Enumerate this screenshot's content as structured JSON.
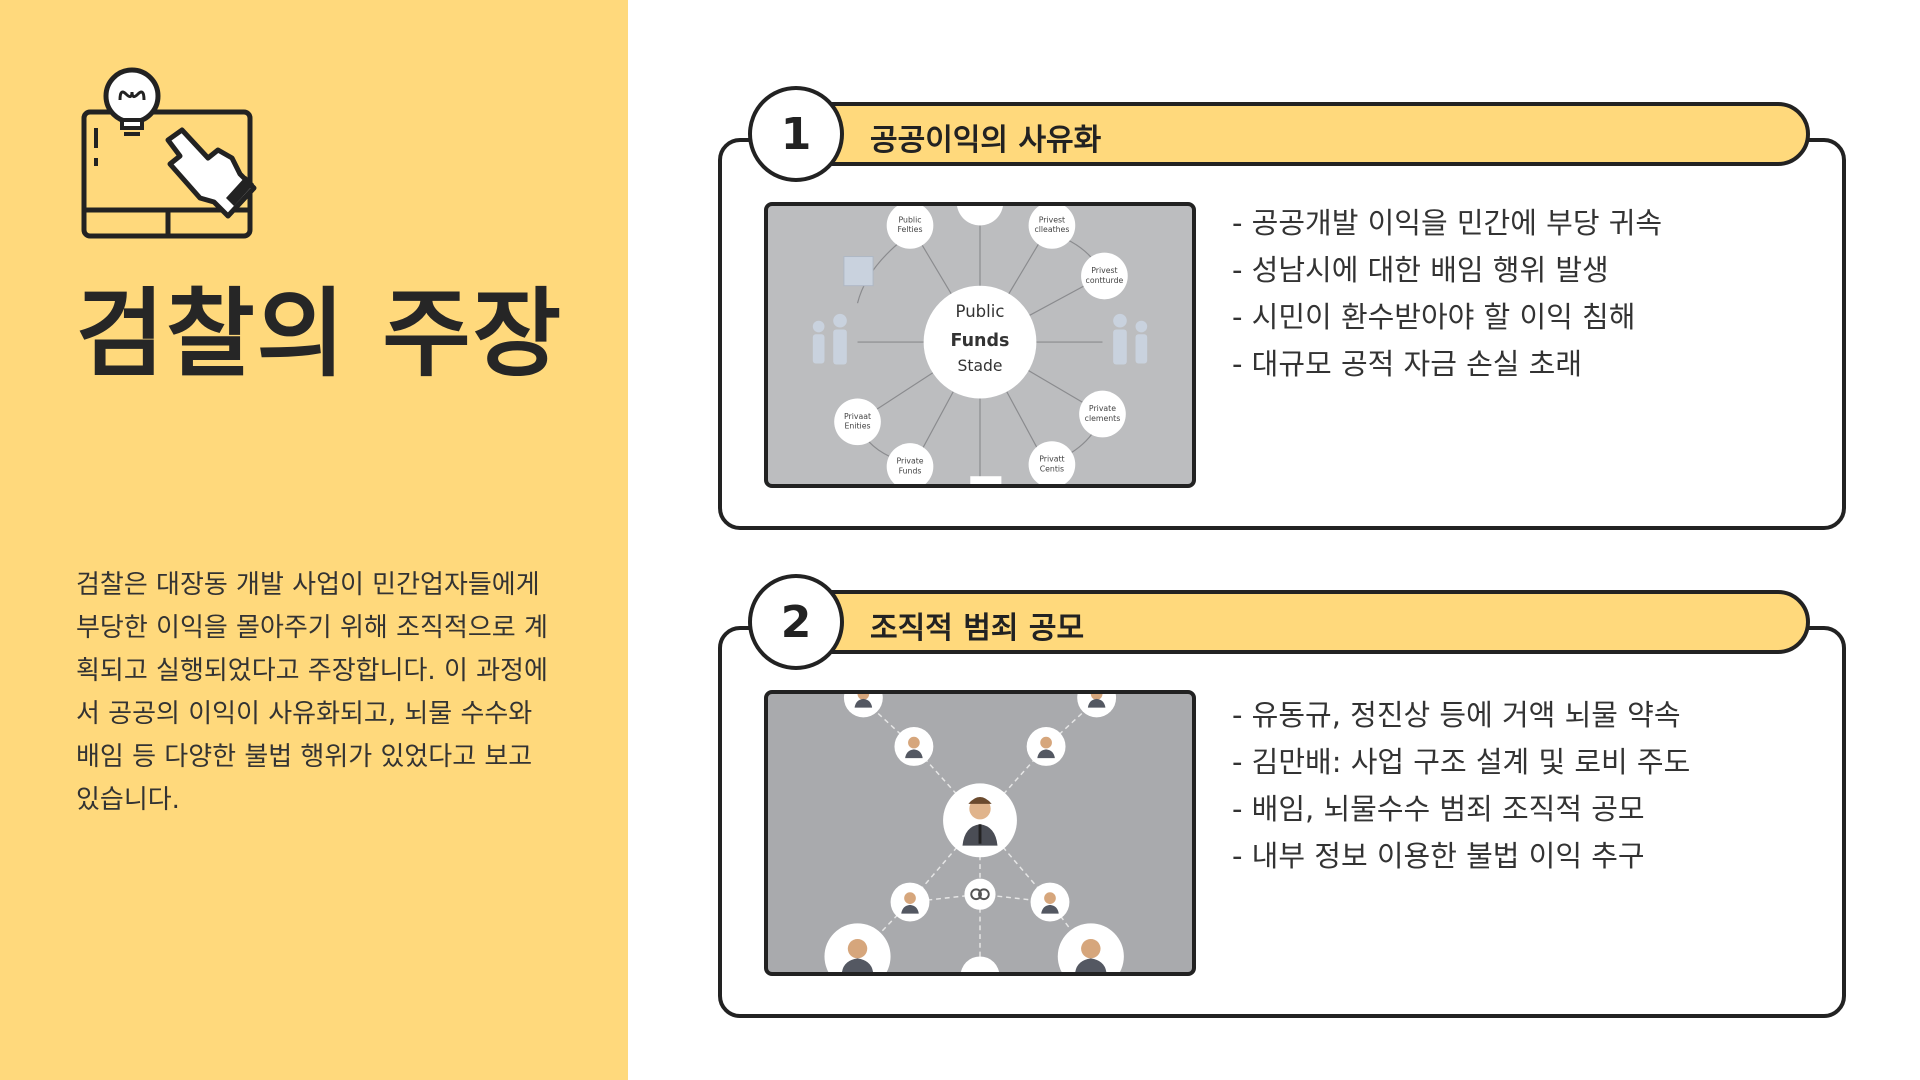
{
  "left": {
    "title": "검찰의 주장",
    "description": "검찰은 대장동 개발 사업이 민간업자들에게 부당한 이익을 몰아주기 위해 조직적으로 계획되고 실행되었다고 주장합니다. 이 과정에서 공공의 이익이 사유화되고, 뇌물 수수와 배임 등 다양한 불법 행위가 있었다고 보고 있습니다.",
    "icon": "idea-touchscreen-icon"
  },
  "cards": [
    {
      "number": "1",
      "title": "공공이익의 사유화",
      "bullets": [
        "- 공공개발 이익을 민간에 부당 귀속",
        "- 성남시에 대한 배임 행위 발생",
        "- 시민이 환수받아야 할 이익 침해",
        "- 대규모 공적 자금 손실 초래"
      ],
      "image": {
        "center": [
          "Public",
          "Funds",
          "Stade"
        ],
        "nodes": [
          "Public Felties",
          "Privest clleathes",
          "Privest contturde",
          "Private clements",
          "Privatt Centis",
          "Private Funds",
          "Privaat Enities"
        ]
      }
    },
    {
      "number": "2",
      "title": "조직적 범죄 공모",
      "bullets": [
        "- 유동규, 정진상 등에 거액 뇌물 약속",
        "- 김만배: 사업 구조 설계 및 로비 주도",
        "- 배임, 뇌물수수 범죄 조직적 공모",
        "- 내부 정보 이용한 불법 이익 추구"
      ]
    }
  ],
  "colors": {
    "accent": "#FFD97C",
    "outline": "#222222",
    "image1_bg": "#BCBDBF",
    "image2_bg": "#A9AAAD"
  }
}
